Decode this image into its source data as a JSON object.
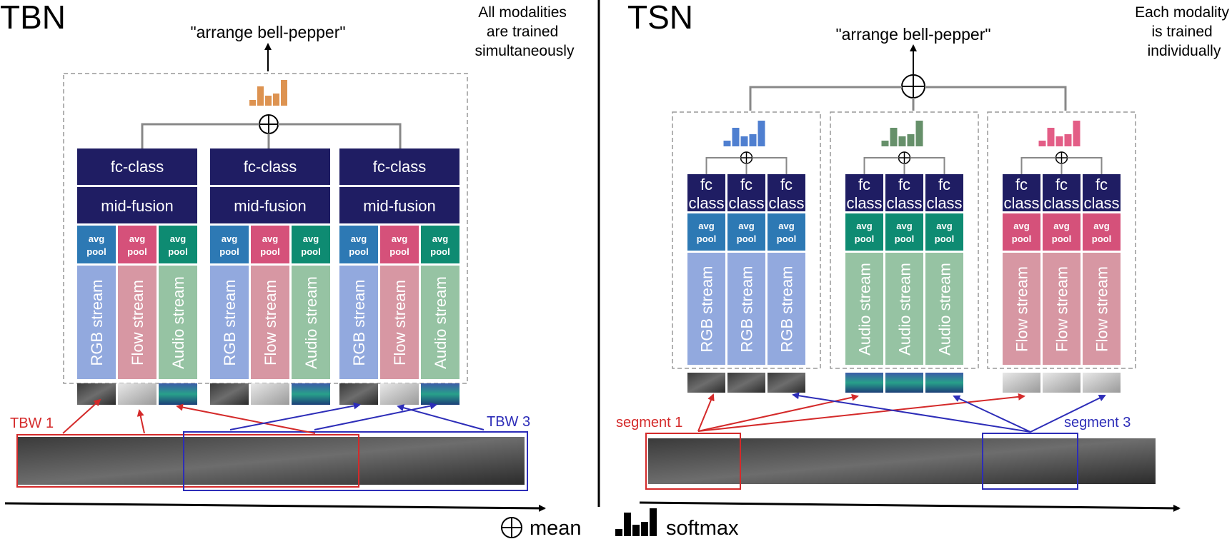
{
  "colors": {
    "navy": "#1f1d63",
    "rgb_pool": "#2d79b4",
    "flow_pool": "#d5517a",
    "audio_pool": "#0e8b72",
    "rgb_stream": "#92a9de",
    "flow_stream": "#d797a3",
    "audio_stream": "#96c3a3",
    "tbn_softmax": "#dd9351",
    "tsn_rgb_softmax": "#4f7fd0",
    "tsn_audio_softmax": "#66906a",
    "tsn_flow_softmax": "#e35d86",
    "red": "#d42a2a",
    "blue": "#2d2db8"
  },
  "tbn": {
    "title": "TBN",
    "note_lines": [
      "All modalities",
      "are trained",
      "simultaneously"
    ],
    "prediction": "\"arrange bell-pepper\"",
    "fc_label": "fc-class",
    "fusion_label": "mid-fusion",
    "pool_line1": "avg",
    "pool_line2": "pool",
    "streams": [
      "RGB stream",
      "Flow stream",
      "Audio stream"
    ],
    "tbw_first": "TBW 1",
    "tbw_last": "TBW 3"
  },
  "tsn": {
    "title": "TSN",
    "note_lines": [
      "Each modality",
      "is trained",
      "individually"
    ],
    "prediction": "\"arrange bell-pepper\"",
    "fc_line1": "fc",
    "fc_line2": "class",
    "pool_line1": "avg",
    "pool_line2": "pool",
    "streams": {
      "rgb": "RGB stream",
      "audio": "Audio stream",
      "flow": "Flow stream"
    },
    "segment_first": "segment 1",
    "segment_last": "segment 3"
  },
  "legend": {
    "mean_label": "mean",
    "softmax_label": "softmax",
    "mean_icon": "circled-plus-icon",
    "softmax_icon": "bar-chart-icon"
  }
}
